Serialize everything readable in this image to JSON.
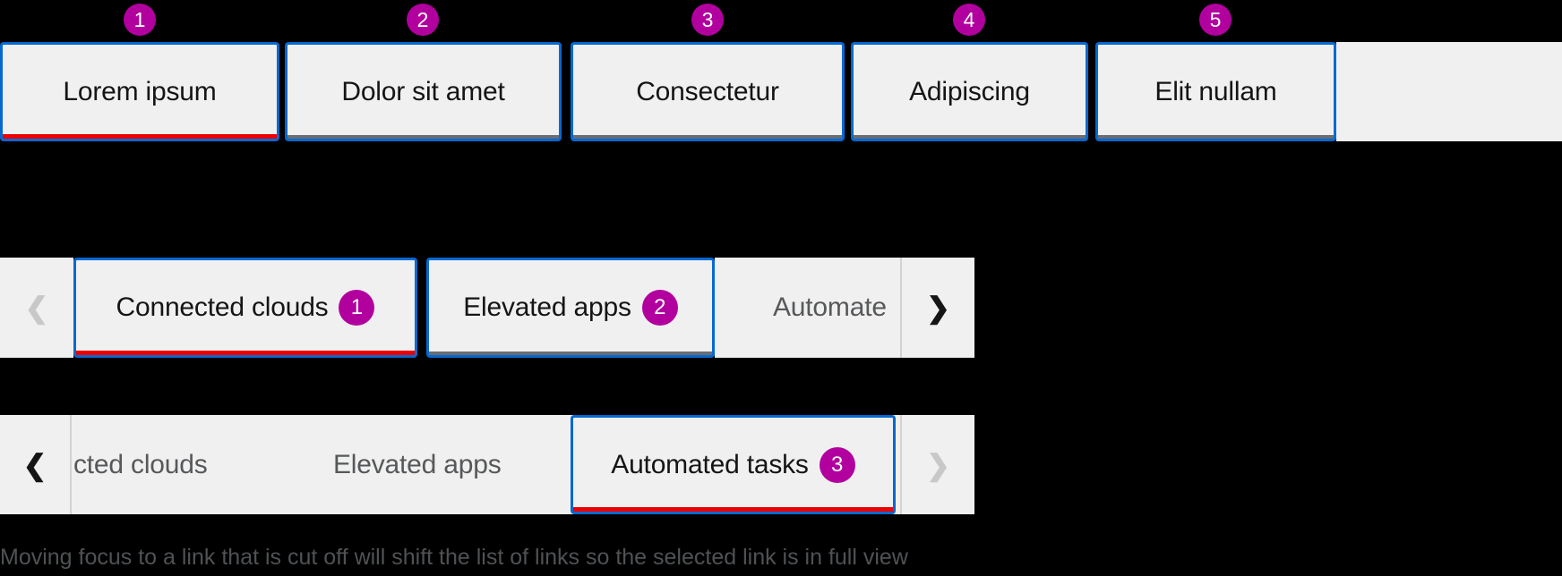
{
  "colors": {
    "page_background": "#000000",
    "bar_background": "#f0f0f0",
    "focus_border_blue": "#0669d2",
    "selected_underline_red": "#ee0000",
    "inactive_underline_gray": "#6a6e73",
    "annotation_badge_magenta": "#b1009e",
    "dark_text": "#151515",
    "muted_text": "#56585a",
    "caption_text": "#4f5255",
    "divider_gray": "#d2d2d2",
    "disabled_chevron_gray": "#c8c8c8"
  },
  "icons": {
    "chevron_left": "❮",
    "chevron_right": "❯"
  },
  "annotation_badges": [
    "1",
    "2",
    "3",
    "4",
    "5"
  ],
  "basic_tab_bar": {
    "tabs": [
      {
        "label": "Lorem ipsum",
        "selected": true
      },
      {
        "label": "Dolor sit amet",
        "selected": false
      },
      {
        "label": "Consectetur",
        "selected": false
      },
      {
        "label": "Adipiscing",
        "selected": false
      },
      {
        "label": "Elit nullam",
        "selected": false
      }
    ]
  },
  "overflow_tab_bar_start": {
    "tabs": [
      {
        "label": "Connected clouds",
        "badge": "1",
        "selected": true
      },
      {
        "label": "Elevated apps",
        "badge": "2",
        "selected": false
      }
    ],
    "cutoff_label": "Automate",
    "left_chevron_disabled": true,
    "right_chevron_disabled": false
  },
  "overflow_tab_bar_end": {
    "cutoff_label": "cted clouds",
    "middle_label": "Elevated apps",
    "tab": {
      "label": "Automated tasks",
      "badge": "3",
      "selected": true
    },
    "left_chevron_disabled": false,
    "right_chevron_disabled": true
  },
  "caption": "Moving focus to a link that is cut off will shift the list of links so the selected link is in full view"
}
